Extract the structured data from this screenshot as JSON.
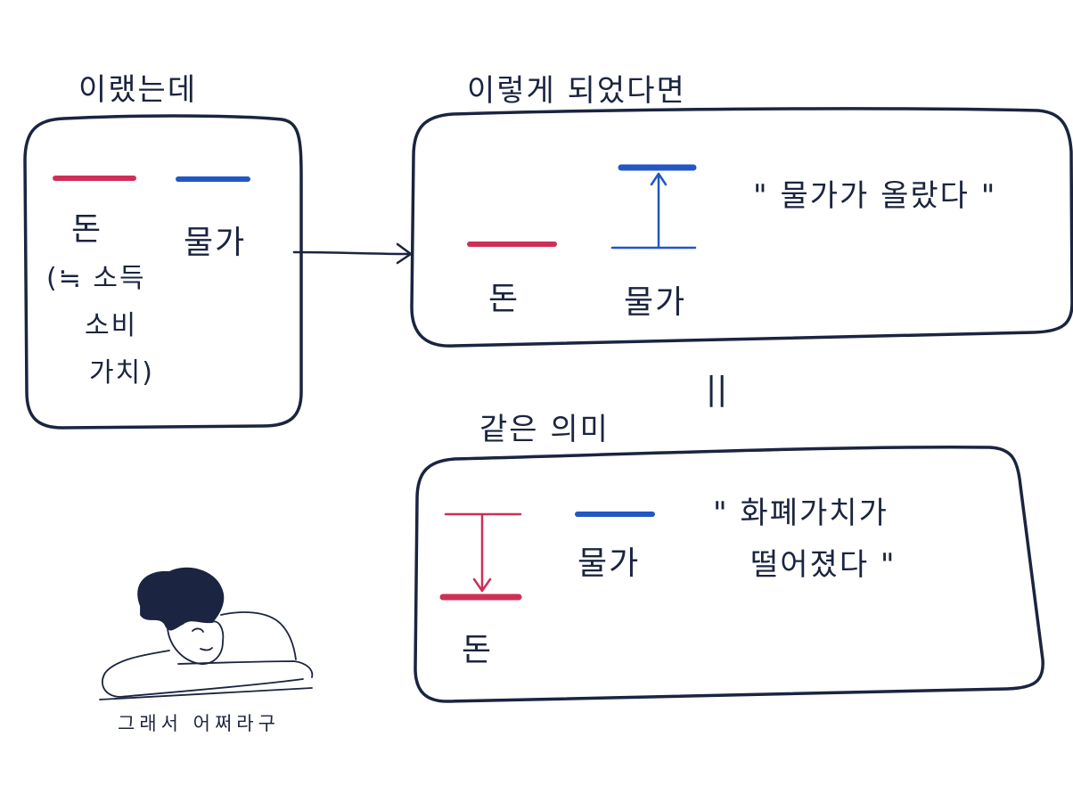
{
  "colors": {
    "ink": "#1b2440",
    "money": "#cf2f57",
    "price": "#2257c4"
  },
  "panel_before": {
    "title": "이랬는데",
    "money_label": "돈",
    "price_label": "물가",
    "note_line1": "(≒ 소득",
    "note_line2": "소비",
    "note_line3": "가치)"
  },
  "panel_after": {
    "title": "이렇게 되었다면",
    "money_label": "돈",
    "price_label": "물가",
    "quote": "\" 물가가  올랐다 \""
  },
  "equals_sign": "||",
  "panel_same": {
    "title": "같은 의미",
    "money_label": "돈",
    "price_label": "물가",
    "quote_line1": "\" 화폐가치가",
    "quote_line2": "떨어졌다 \""
  },
  "character": {
    "icon": "sad-person-icon",
    "caption": "그래서  어쩌라구"
  }
}
